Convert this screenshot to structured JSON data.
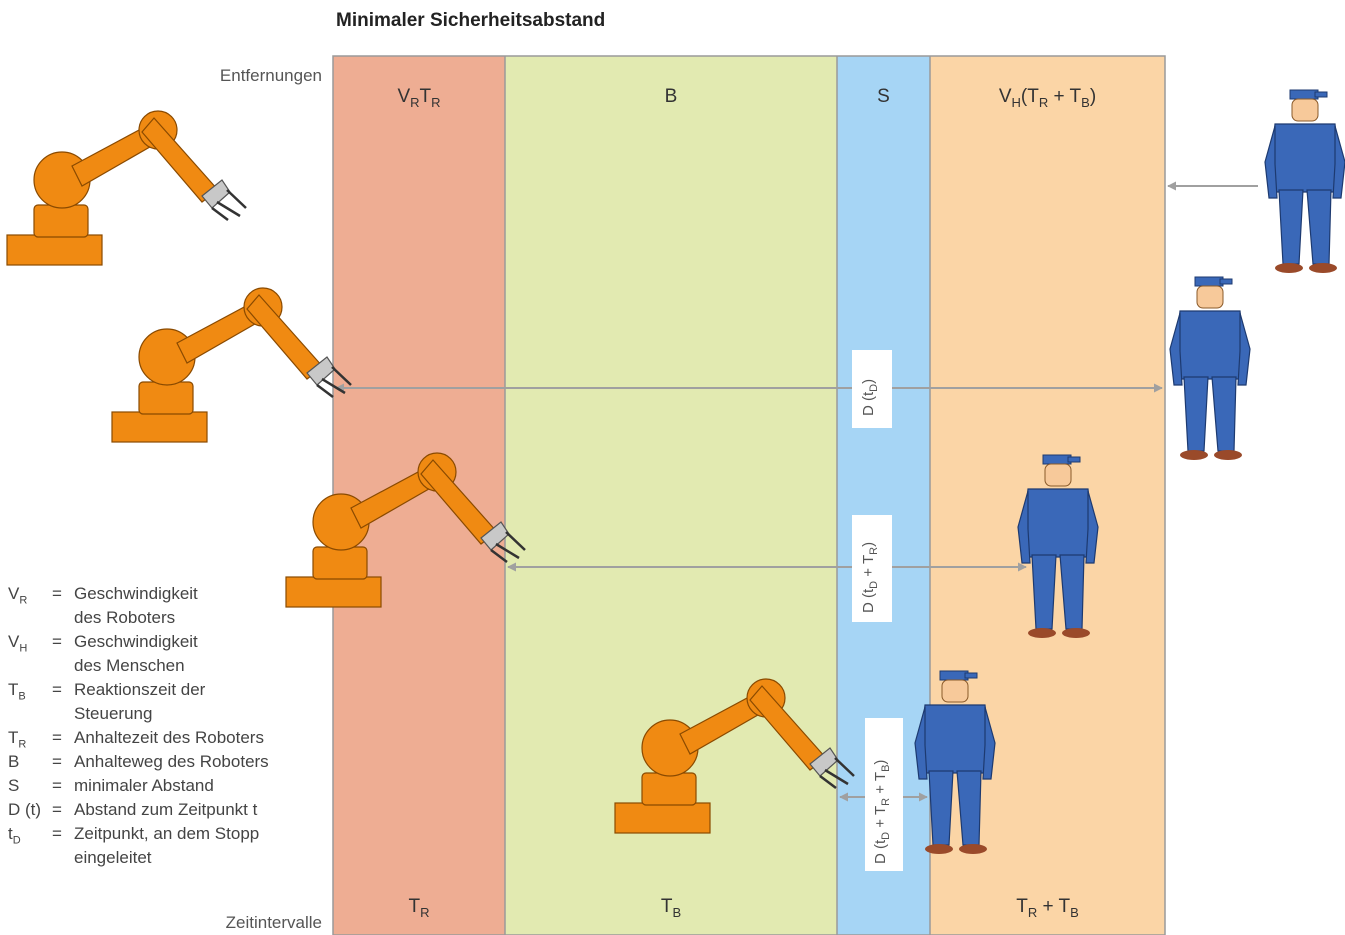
{
  "title": "Minimaler Sicherheitsabstand",
  "row_labels": {
    "top": "Entfernungen",
    "bottom": "Zeitintervalle"
  },
  "zones": [
    {
      "id": "vrtr",
      "head": {
        "main1": "V",
        "sub1": "R",
        "main2": "T",
        "sub2": "R"
      },
      "foot": {
        "main": "T",
        "sub": "R"
      },
      "color": "#EEAD93"
    },
    {
      "id": "b",
      "head": {
        "text": "B"
      },
      "foot": {
        "main": "T",
        "sub": "B"
      },
      "color": "#E2EAB1"
    },
    {
      "id": "s",
      "head": {
        "text": "S"
      },
      "foot": null,
      "color": "#A6D5F5"
    },
    {
      "id": "vh",
      "head": {
        "main": "V",
        "sub": "H",
        "rest": "(T",
        "sub2": "R",
        "plus": " + T",
        "sub3": "B",
        "close": ")"
      },
      "foot": {
        "a": "T",
        "asub": "R",
        "plus": " + T",
        "bsub": "B"
      },
      "color": "#FBD5A6"
    }
  ],
  "distance_labels": {
    "d1": {
      "a": "D (t",
      "asub": "D",
      "b": ")"
    },
    "d2": {
      "a": "D (t",
      "asub": "D",
      "b": " + T",
      "bsub": "R",
      "c": ")"
    },
    "d3": {
      "a": "D (t",
      "asub": "D",
      "b": " + T",
      "bsub": "R",
      "c": " + T",
      "csub": "B",
      "d": ")"
    }
  },
  "legend": [
    {
      "sym": "V",
      "sub": "R",
      "eq": "=",
      "lines": [
        "Geschwindigkeit",
        "des Roboters"
      ]
    },
    {
      "sym": "V",
      "sub": "H",
      "eq": "=",
      "lines": [
        "Geschwindigkeit",
        "des Menschen"
      ]
    },
    {
      "sym": "T",
      "sub": "B",
      "eq": "=",
      "lines": [
        "Reaktionszeit der",
        "Steuerung"
      ]
    },
    {
      "sym": "T",
      "sub": "R",
      "eq": "=",
      "lines": [
        "Anhaltezeit des Roboters"
      ]
    },
    {
      "sym": "B",
      "sub": "",
      "eq": "=",
      "lines": [
        "Anhalteweg des Roboters"
      ]
    },
    {
      "sym": "S",
      "sub": "",
      "eq": "=",
      "lines": [
        "minimaler Abstand"
      ]
    },
    {
      "sym": "D (t)",
      "sub": "",
      "eq": "=",
      "lines": [
        "Abstand zum Zeitpunkt t"
      ]
    },
    {
      "sym": "t",
      "sub": "D",
      "eq": "=",
      "lines": [
        "Zeitpunkt, an dem Stopp",
        "eingeleitet"
      ]
    }
  ],
  "colors": {
    "robot": "#F08A12",
    "person": "#3A68B8",
    "arrow": "#A0A0A0",
    "border": "#9A9A9A"
  },
  "icons": [
    "robot-arm-icon",
    "worker-person-icon"
  ]
}
